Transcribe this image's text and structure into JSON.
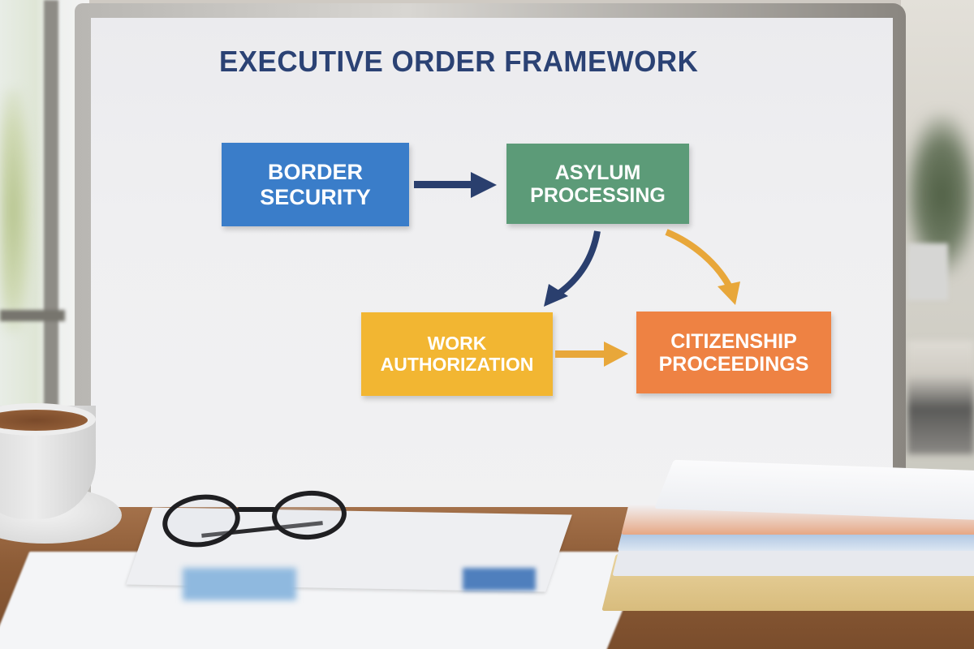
{
  "scene": {
    "description": "Photo of a whiteboard flowchart on an office desk",
    "whiteboard": {
      "title": "EXECUTIVE ORDER FRAMEWORK",
      "title_color": "#2b4274",
      "nodes": [
        {
          "id": "border-security",
          "lines": [
            "BORDER",
            "SECURITY"
          ],
          "color": "#3a7dc9"
        },
        {
          "id": "asylum-processing",
          "lines": [
            "ASYLUM",
            "PROCESSING"
          ],
          "color": "#5c9b78"
        },
        {
          "id": "work-authorization",
          "lines": [
            "WORK",
            "AUTHORIZATION"
          ],
          "color": "#f2b632"
        },
        {
          "id": "citizenship-proceedings",
          "lines": [
            "CITIZENSHIP",
            "PROCEEDINGS"
          ],
          "color": "#ee8243"
        }
      ],
      "edges": [
        {
          "from": "border-security",
          "to": "asylum-processing",
          "color": "#2a3f6e"
        },
        {
          "from": "asylum-processing",
          "to": "work-authorization",
          "color": "#2a3f6e"
        },
        {
          "from": "asylum-processing",
          "to": "citizenship-proceedings",
          "color": "#e8a73a"
        },
        {
          "from": "work-authorization",
          "to": "citizenship-proceedings",
          "color": "#e8a73a"
        }
      ]
    },
    "foreground_objects": [
      "coffee-cup",
      "eyeglasses",
      "printed-reports",
      "stack-of-folders"
    ]
  }
}
